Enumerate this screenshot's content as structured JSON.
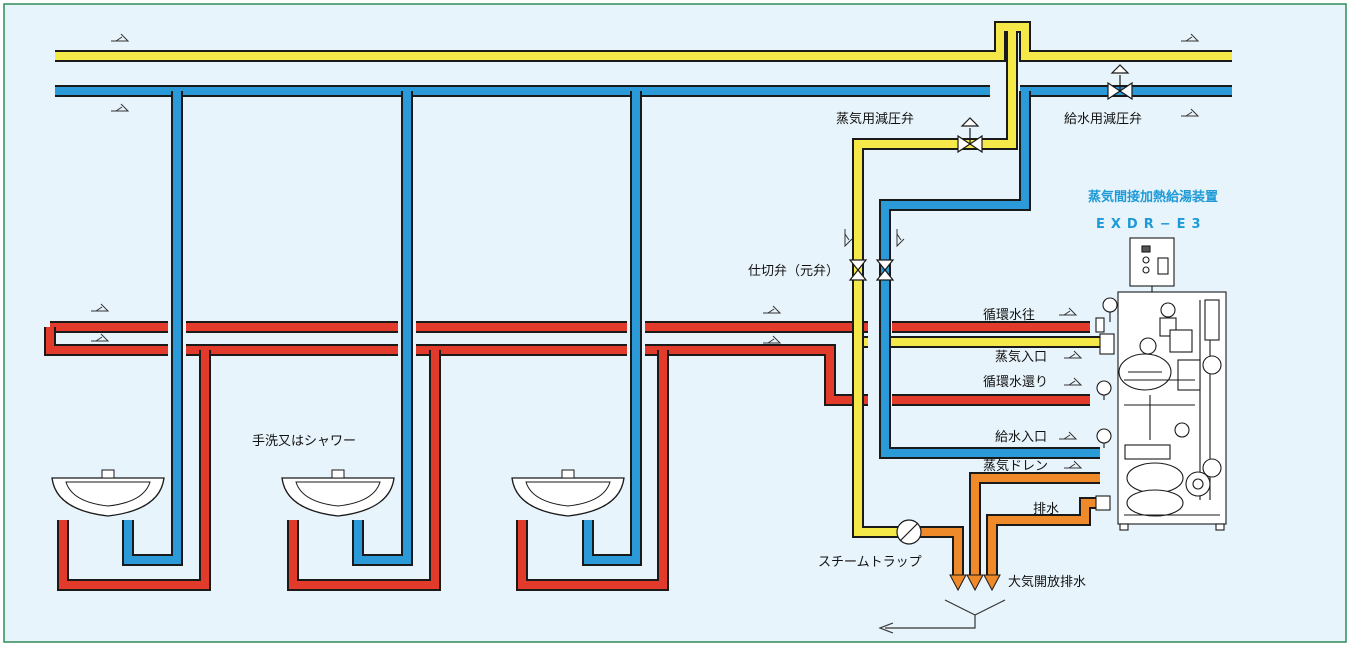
{
  "colors": {
    "background": "#e8f4fb",
    "frame": "#2e8b57",
    "steam": "#f5e94a",
    "cold_water": "#2b9ad9",
    "hot_water": "#e23a2b",
    "drain": "#ee8a2a",
    "outline": "#1a1a1a",
    "title": "#1e9ad6"
  },
  "equipment": {
    "title": "蒸気間接加熱給湯装置",
    "model": "EXDR−E3"
  },
  "labels": {
    "steam_prv": "蒸気用減圧弁",
    "water_prv": "給水用減圧弁",
    "gate_valve": "仕切弁（元弁）",
    "circulation_out": "循環水往",
    "steam_inlet": "蒸気入口",
    "circulation_return": "循環水還り",
    "water_inlet": "給水入口",
    "steam_drain": "蒸気ドレン",
    "drainage": "排水",
    "steam_trap": "スチームトラップ",
    "open_drain": "大気開放排水",
    "fixture": "手洗又はシャワー"
  }
}
